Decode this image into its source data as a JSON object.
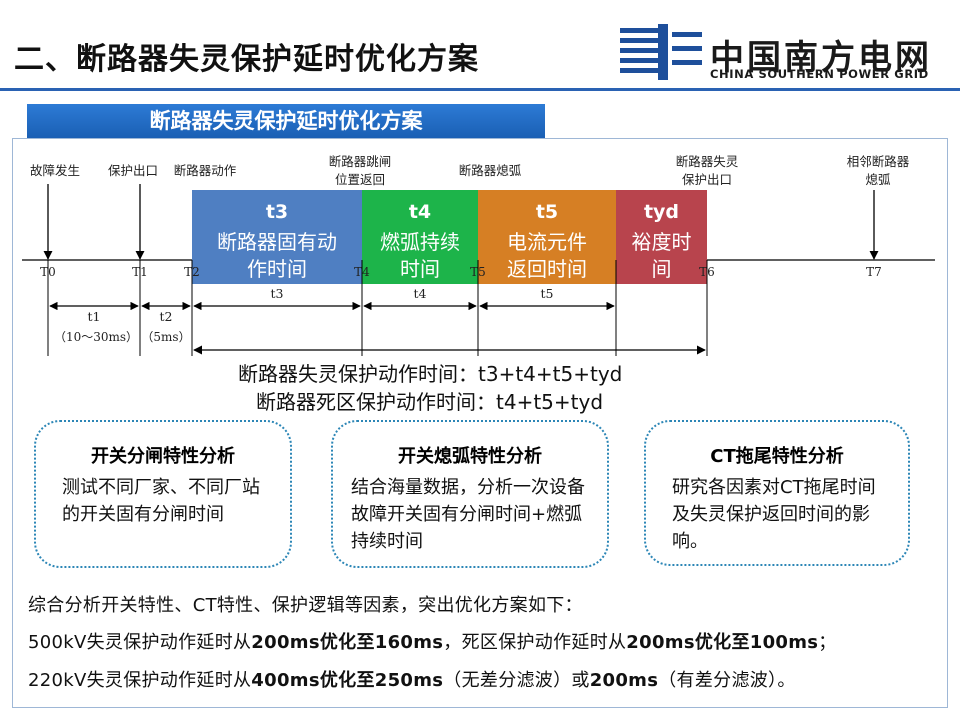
{
  "header": {
    "title": "二、断路器失灵保护延时优化方案",
    "logo_cn": "中国南方电网",
    "logo_en": "CHINA SOUTHERN POWER GRID"
  },
  "section_title": "断路器失灵保护延时优化方案",
  "timeline": {
    "events": [
      {
        "label": [
          "故障发生"
        ],
        "marker": "T0"
      },
      {
        "label": [
          "保护出口"
        ],
        "marker": "T1"
      },
      {
        "label": [
          "断路器动作"
        ],
        "marker": "T2"
      },
      {
        "label": [
          "断路器跳闸",
          "位置返回"
        ],
        "marker": "T4"
      },
      {
        "label": [
          "断路器熄弧"
        ],
        "marker": "T5"
      },
      {
        "label": [
          "断路器失灵",
          "保护出口"
        ],
        "marker": "T6"
      },
      {
        "label": [
          "相邻断路器",
          "熄弧"
        ],
        "marker": "T7"
      }
    ],
    "phases": [
      {
        "symbol": "t3",
        "desc": [
          "断路器固有动",
          "作时间"
        ],
        "color": "#4f7fc2"
      },
      {
        "symbol": "t4",
        "desc": [
          "燃弧持续",
          "时间"
        ],
        "color": "#1db44a"
      },
      {
        "symbol": "t5",
        "desc": [
          "电流元件",
          "返回时间"
        ],
        "color": "#d67f24"
      },
      {
        "symbol": "tyd",
        "desc": [
          "裕度时",
          "间"
        ],
        "color": "#b8444d"
      }
    ],
    "intervals": [
      {
        "label": "t1",
        "note": "（10～30ms）"
      },
      {
        "label": "t2",
        "note": "（5ms）"
      },
      {
        "label": "t3",
        "note": ""
      },
      {
        "label": "t4",
        "note": ""
      },
      {
        "label": "t5",
        "note": ""
      }
    ]
  },
  "formulas": {
    "failure": "断路器失灵保护动作时间：t3+t4+t5+tyd",
    "deadzone": "断路器死区保护动作时间：t4+t5+tyd"
  },
  "analysis": [
    {
      "title": "开关分闸特性分析",
      "body": "测试不同厂家、不同厂站的开关固有分闸时间"
    },
    {
      "title": "开关熄弧特性分析",
      "body": "结合海量数据，分析一次设备故障开关固有分闸时间+燃弧持续时间"
    },
    {
      "title": "CT拖尾特性分析",
      "body": "研究各因素对CT拖尾时间及失灵保护返回时间的影响。"
    }
  ],
  "summary": {
    "intro": "综合分析开关特性、CT特性、保护逻辑等因素，突出优化方案如下：",
    "line1": {
      "a": "500kV失灵保护动作延时从",
      "b": "200ms优化至160ms",
      "c": "，死区保护动作延时从",
      "d": "200ms优化至100ms",
      "e": "；"
    },
    "line2": {
      "a": "220kV失灵保护动作延时从",
      "b": "400ms优化至250ms",
      "c": "（无差分滤波）或",
      "d": "200ms",
      "e": "（有差分滤波）。"
    }
  },
  "colors": {
    "accent_blue": "#2a62b3",
    "box_border": "#2c86b6"
  }
}
